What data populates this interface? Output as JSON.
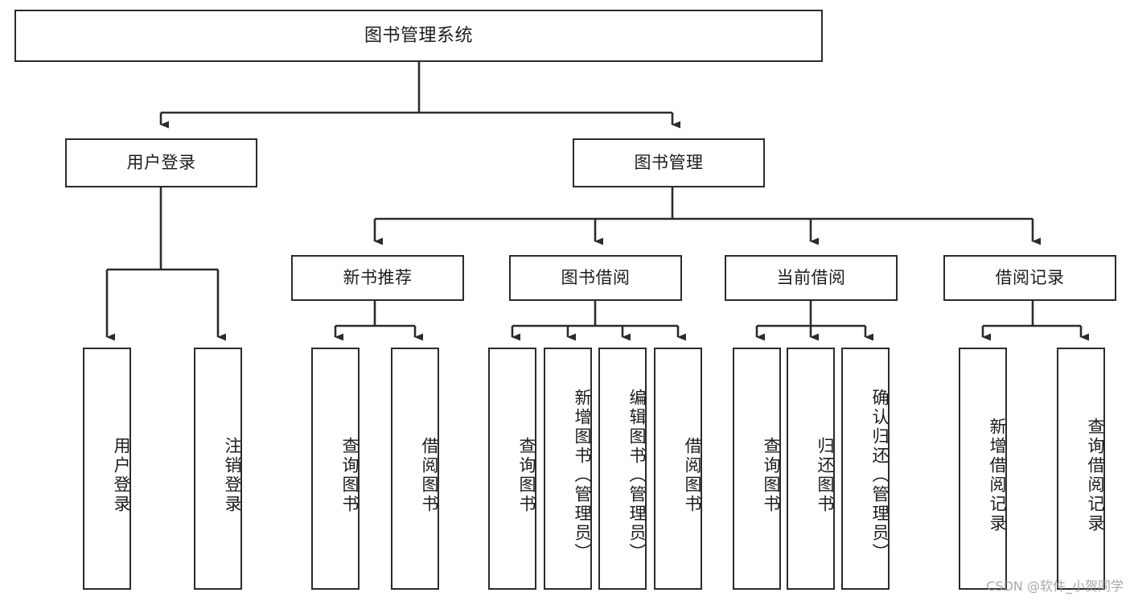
{
  "diagram": {
    "title": "图书管理系统",
    "type": "tree-hierarchy-diagram",
    "colors": {
      "box_border": "#2b2b2b",
      "box_fill": "#ffffff",
      "edge": "#2b2b2b",
      "text": "#1c1c1c",
      "background": "#ffffff",
      "watermark": "#9a9a9a"
    },
    "root": {
      "label": "图书管理系统"
    },
    "level2": [
      {
        "label": "用户登录"
      },
      {
        "label": "图书管理"
      }
    ],
    "level3": [
      {
        "label": "新书推荐"
      },
      {
        "label": "图书借阅"
      },
      {
        "label": "当前借阅"
      },
      {
        "label": "借阅记录"
      }
    ],
    "leaves": {
      "user_login": [
        {
          "label": "用户登录"
        },
        {
          "label": "注销登录"
        }
      ],
      "new_book_recommend": [
        {
          "label": "查询图书"
        },
        {
          "label": "借阅图书"
        }
      ],
      "book_borrow": [
        {
          "label": "查询图书"
        },
        {
          "label": "新增图书（管理员）"
        },
        {
          "label": "编辑图书（管理员）"
        },
        {
          "label": "借阅图书"
        }
      ],
      "current_borrow": [
        {
          "label": "查询图书"
        },
        {
          "label": "归还图书"
        },
        {
          "label": "确认归还（管理员）"
        }
      ],
      "borrow_record": [
        {
          "label": "新增借阅记录"
        },
        {
          "label": "查询借阅记录"
        }
      ]
    }
  },
  "watermark": {
    "text": "CSDN @软件_小贺同学"
  }
}
